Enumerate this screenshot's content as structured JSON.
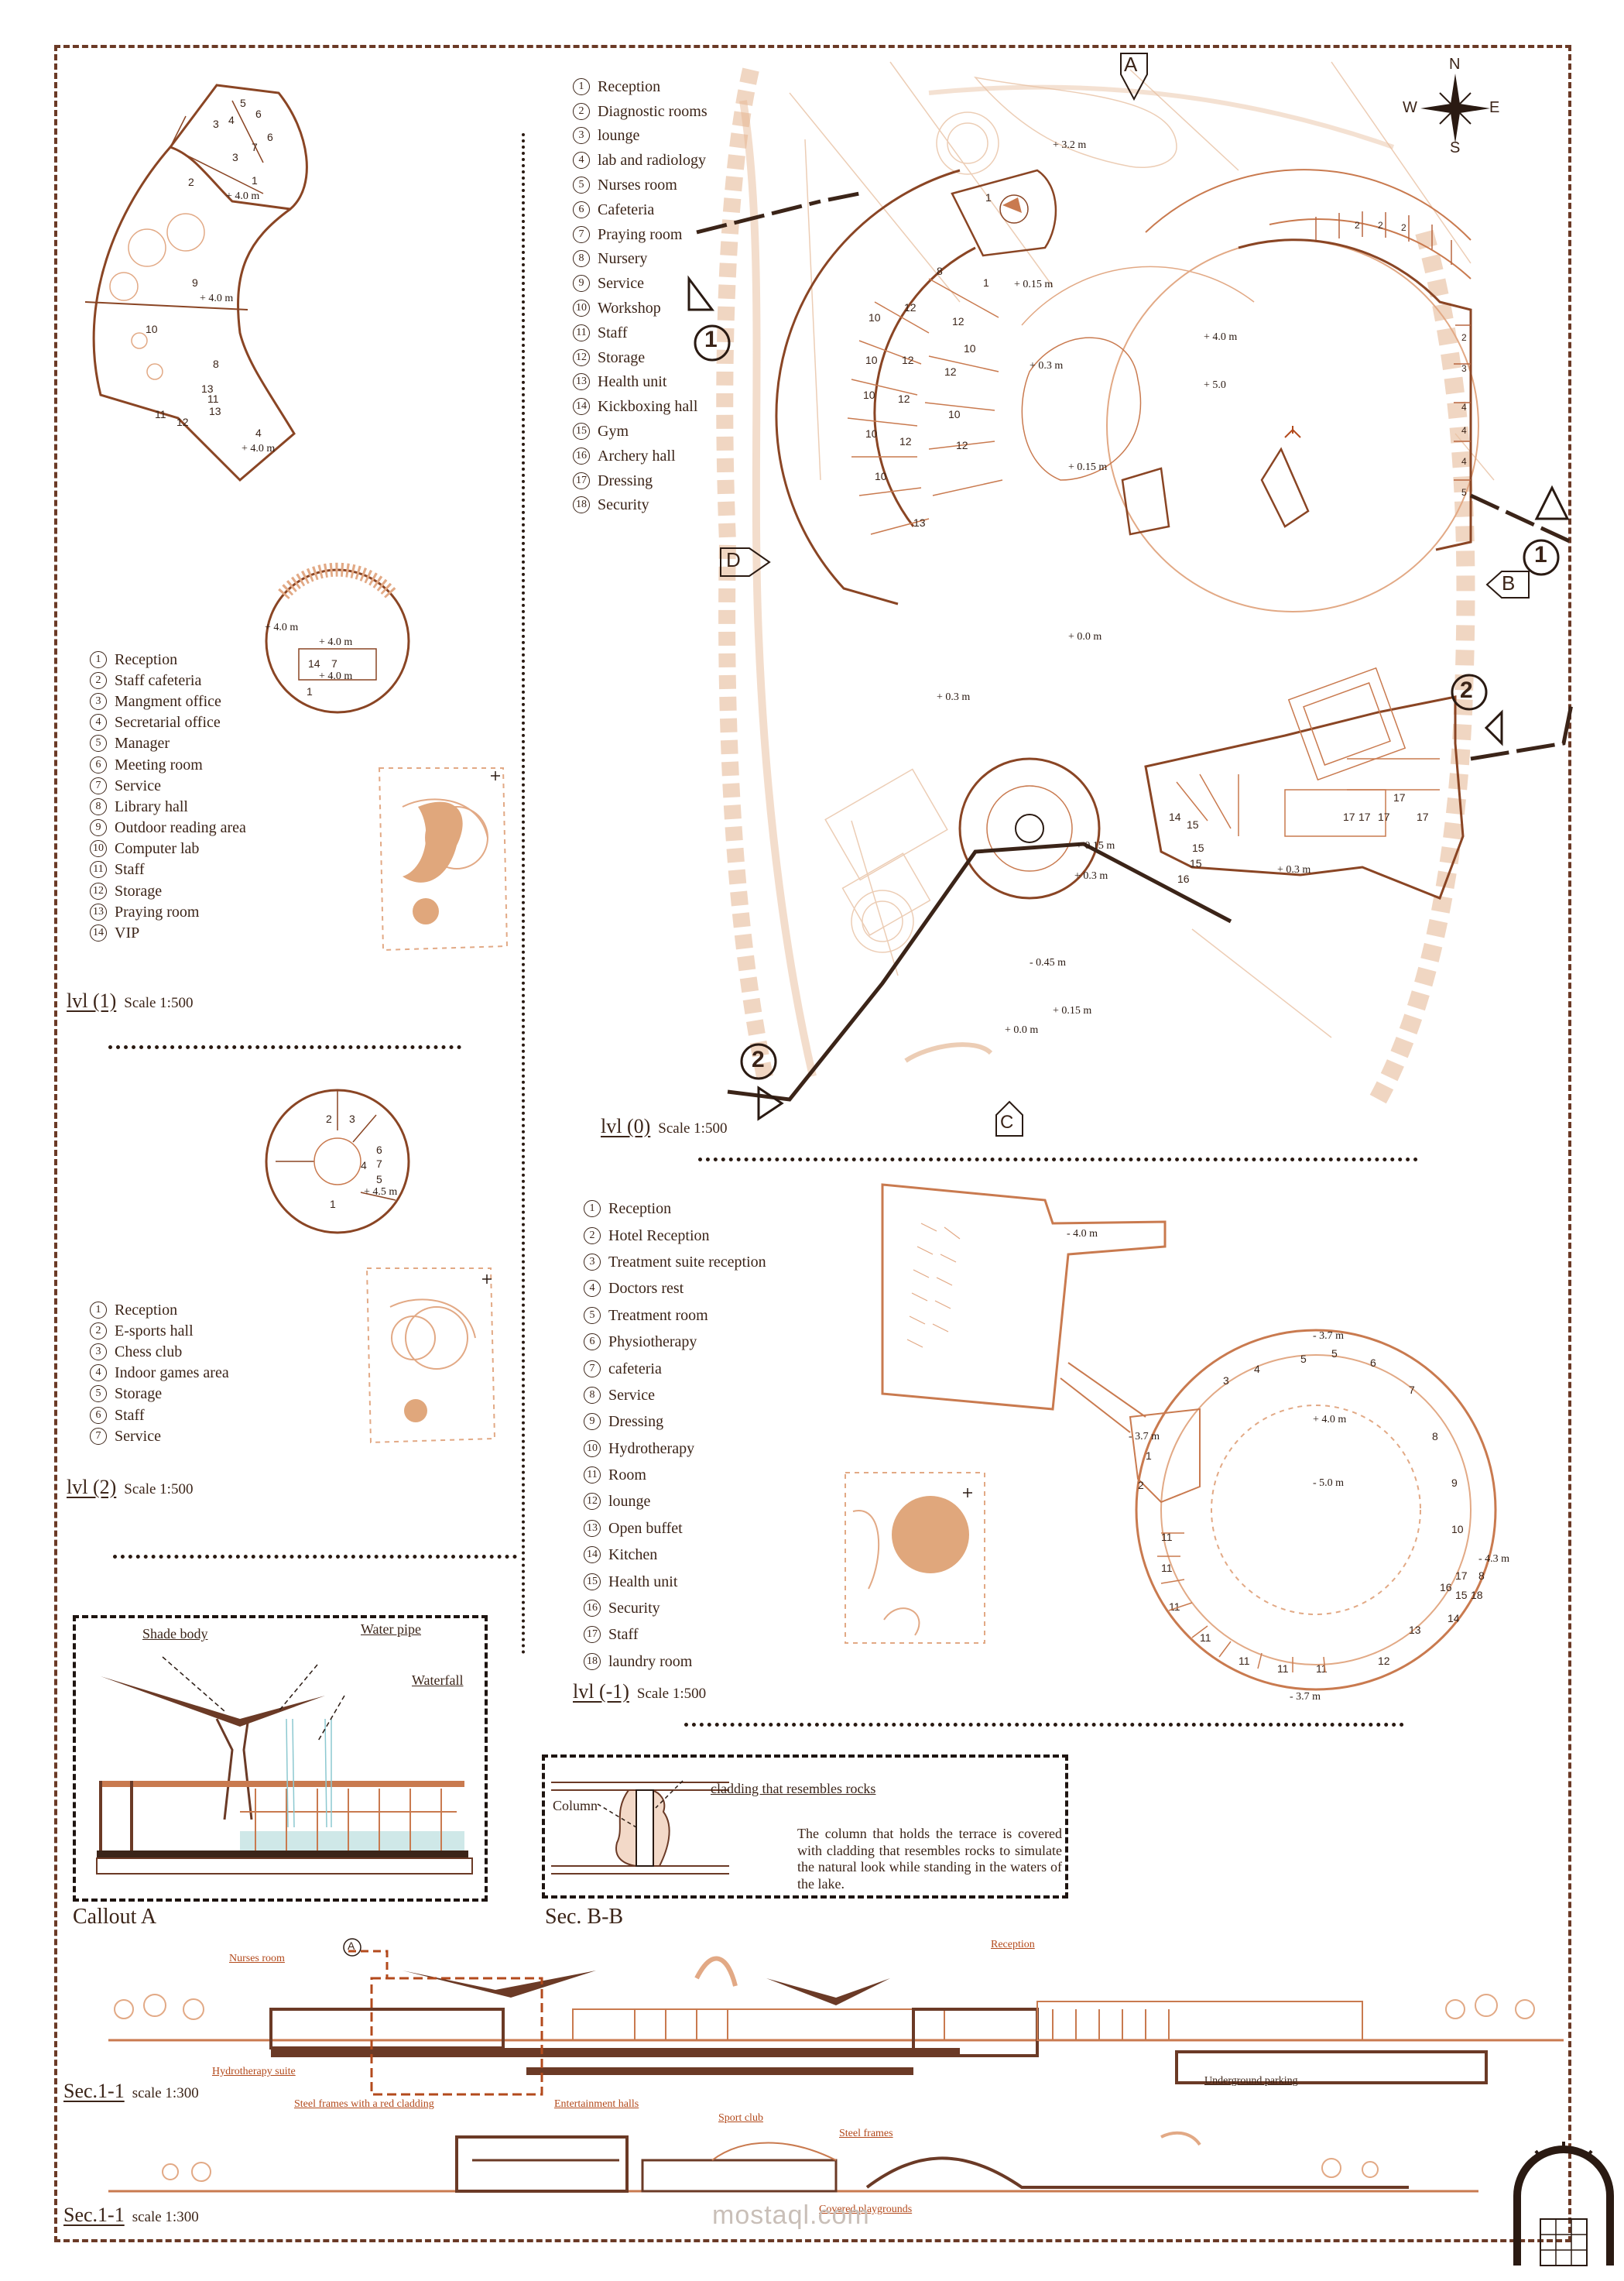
{
  "compass": {
    "n": "N",
    "s": "S",
    "e": "E",
    "w": "W"
  },
  "markers": {
    "a": "A",
    "b": "B",
    "c": "C",
    "d": "D",
    "one": "1",
    "two": "2"
  },
  "level0": {
    "name": "lvl (0)",
    "scale": "Scale 1:500",
    "legend": [
      "Reception",
      "Diagnostic rooms",
      "lounge",
      "lab and radiology",
      "Nurses room",
      "Cafeteria",
      "Praying room",
      "Nursery",
      "Service",
      "Workshop",
      "Staff",
      "Storage",
      "Health unit",
      "Kickboxing hall",
      "Gym",
      "Archery hall",
      "Dressing",
      "Security"
    ]
  },
  "level1": {
    "name": "lvl (1)",
    "scale": "Scale 1:500",
    "legend": [
      "Reception",
      "Staff cafeteria",
      "Mangment office",
      "Secretarial office",
      "Manager",
      "Meeting room",
      "Service",
      "Library hall",
      "Outdoor reading area",
      "Computer lab",
      "Staff",
      "Storage",
      "Praying room",
      "VIP"
    ]
  },
  "level2": {
    "name": "lvl (2)",
    "scale": "Scale 1:500",
    "legend": [
      "Reception",
      "E-sports hall",
      "Chess club",
      "Indoor games area",
      "Storage",
      "Staff",
      "Service"
    ]
  },
  "levelm1": {
    "name": "lvl (-1)",
    "scale": "Scale 1:500",
    "legend": [
      "Reception",
      "Hotel Reception",
      "Treatment suite reception",
      "Doctors rest",
      "Treatment room",
      "Physiotherapy",
      "cafeteria",
      "Service",
      "Dressing",
      "Hydrotherapy",
      "Room",
      "lounge",
      "Open buffet",
      "Kitchen",
      "Health unit",
      "Security",
      "Staff",
      "laundry room"
    ]
  },
  "levels_marks": {
    "p40": "+ 4.0 m",
    "p45": "+ 4.5 m",
    "m40": "- 4.0 m",
    "m37": "- 3.7 m",
    "m43": "- 4.3 m",
    "m50": "- 5.0 m",
    "p015": "+ 0.15 m",
    "p03": "+ 0.3 m",
    "p00": "+ 0.0 m",
    "m045": "- 0.45 m",
    "p32": "+ 3.2 m",
    "p50": "+ 5.0"
  },
  "callout": {
    "title": "Callout A",
    "shade": "Shade body",
    "pipe": "Water pipe",
    "fall": "Waterfall"
  },
  "secbb": {
    "title": "Sec. B-B",
    "column": "Column",
    "cladding": "cladding that resembles rocks",
    "note": "The column that holds the terrace is covered with cladding that resembles rocks to simulate the natural look while standing in the waters of the lake."
  },
  "sec1": {
    "title": "Sec.1-1",
    "scale": "scale 1:300",
    "nurses": "Nurses room",
    "hydro": "Hydrotherapy suite",
    "reception": "Reception",
    "parking": "Underground parking"
  },
  "sec2": {
    "title": "Sec.1-1",
    "scale": "scale 1:300",
    "steelred": "Steel frames with a red cladding",
    "ent": "Entertainment halls",
    "sport": "Sport club",
    "steel": "Steel frames",
    "covered": "Covered playgrounds"
  },
  "watermark": "mostaql.com"
}
